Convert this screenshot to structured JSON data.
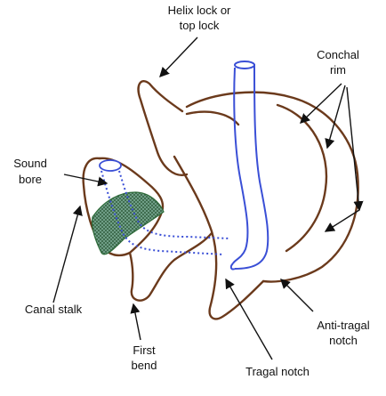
{
  "colors": {
    "outline": "#6b3a1c",
    "tube": "#3a4fd6",
    "dots": "#3a4fd6",
    "patch_fill": "#6f9e86",
    "patch_stroke": "#2e6b3a",
    "arrow": "#111111"
  },
  "labels": {
    "helix_lock_1": "Helix lock or",
    "helix_lock_2": "top lock",
    "conchal_rim_1": "Conchal",
    "conchal_rim_2": "rim",
    "sound_bore_1": "Sound",
    "sound_bore_2": "bore",
    "canal_stalk": "Canal stalk",
    "first_bend_1": "First",
    "first_bend_2": "bend",
    "anti_tragal_notch_1": "Anti-tragal",
    "anti_tragal_notch_2": "notch",
    "tragal_notch": "Tragal notch"
  }
}
